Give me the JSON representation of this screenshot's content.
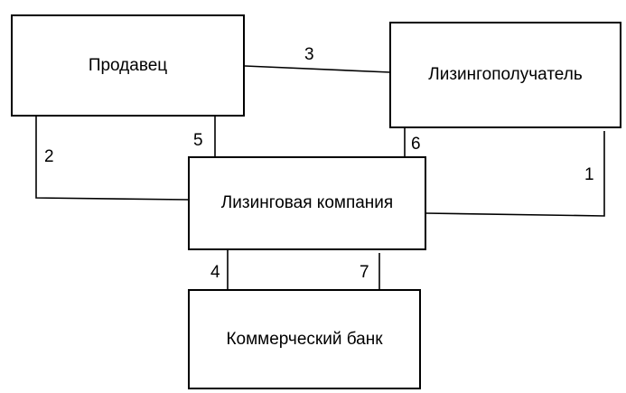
{
  "nodes": {
    "seller": "Продавец",
    "lessee": "Лизингополучатель",
    "leasing_company": "Лизинговая компания",
    "bank": "Коммерческий банк"
  },
  "edges": {
    "n1": "1",
    "n2": "2",
    "n3": "3",
    "n4": "4",
    "n5": "5",
    "n6": "6",
    "n7": "7"
  },
  "colors": {
    "line": "#000000",
    "background": "#ffffff"
  }
}
